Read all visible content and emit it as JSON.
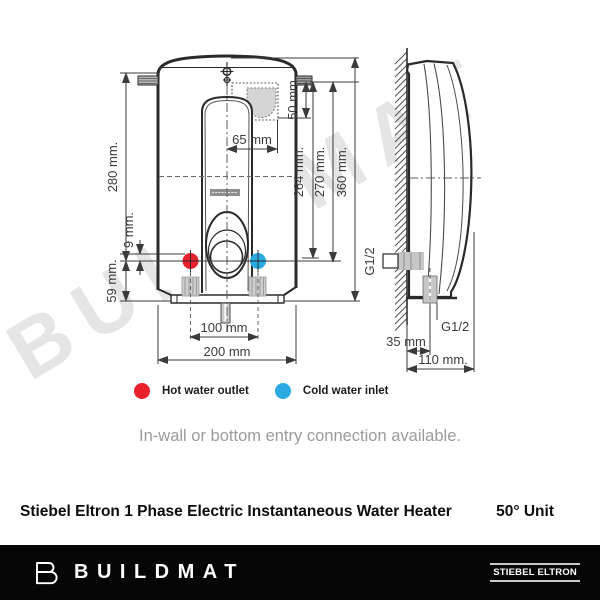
{
  "watermark": "BUILDMAT",
  "diagram": {
    "front_view": {
      "dim_280": "280 mm.",
      "dim_9": "9 mm.",
      "dim_59": "59 mm.",
      "dim_65": "65 mm",
      "dim_50": "50 mm",
      "dim_264": "264 mm.",
      "dim_270": "270 mm.",
      "dim_360": "360 mm.",
      "dim_100": "100 mm",
      "dim_200": "200 mm"
    },
    "side_view": {
      "dim_g12_wall": "G1/2",
      "dim_g12_bottom": "G1/2",
      "dim_35": "35 mm",
      "dim_110": "110 mm."
    }
  },
  "legend": {
    "hot": {
      "label": "Hot water outlet",
      "color": "#e8212d"
    },
    "cold": {
      "label": "Cold water inlet",
      "color": "#29abe2"
    }
  },
  "caption": "In-wall or bottom entry connection available.",
  "title": {
    "product": "Stiebel Eltron 1 Phase Electric Instantaneous Water Heater",
    "variant": "50° Unit"
  },
  "footer": {
    "brand_logo": "BUILDMAT",
    "manufacturer_logo": "STIEBEL ELTRON"
  }
}
